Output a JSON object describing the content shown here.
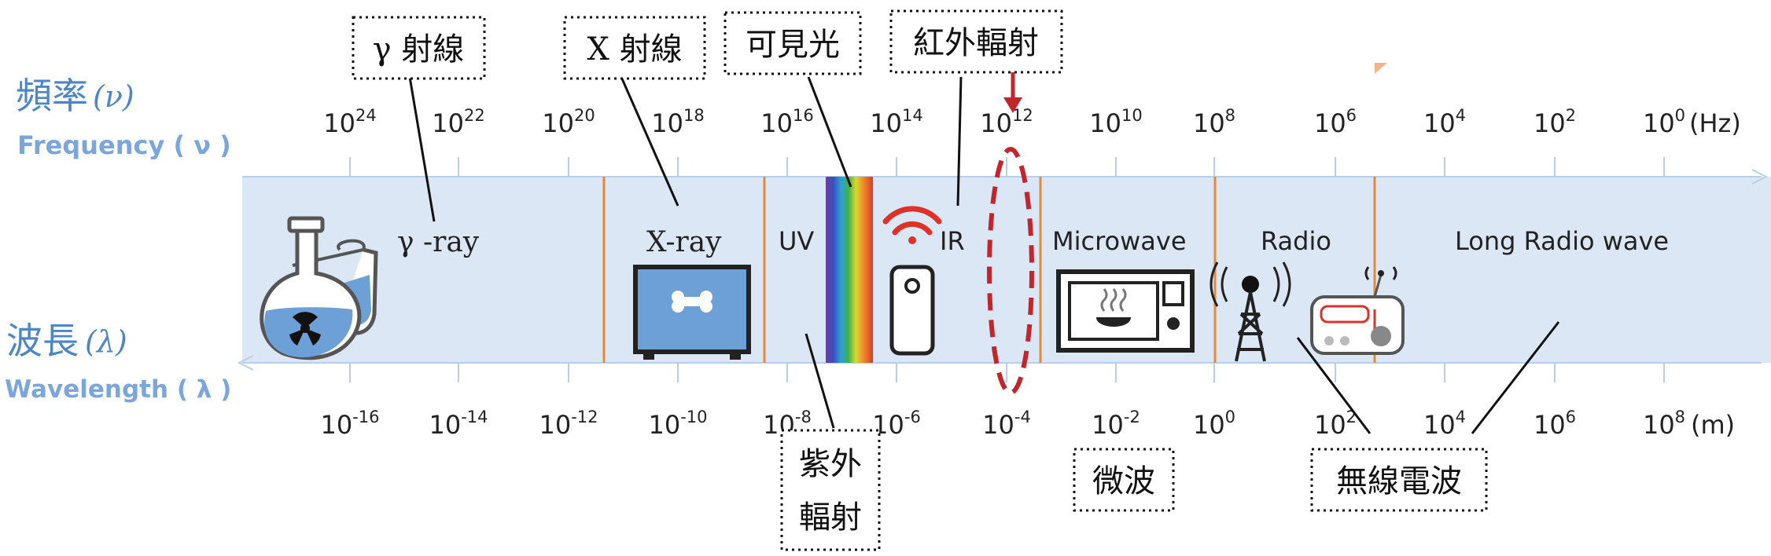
{
  "axis_labels": {
    "freq_cn": "頻率",
    "freq_sym": "(ν)",
    "freq_en": "Frequency ( ν )",
    "wave_cn": "波長",
    "wave_sym": "(λ)",
    "wave_en": "Wavelength ( λ )"
  },
  "frequency_ticks": [
    {
      "base": "10",
      "exp": "24"
    },
    {
      "base": "10",
      "exp": "22"
    },
    {
      "base": "10",
      "exp": "20"
    },
    {
      "base": "10",
      "exp": "18"
    },
    {
      "base": "10",
      "exp": "16"
    },
    {
      "base": "10",
      "exp": "14"
    },
    {
      "base": "10",
      "exp": "12"
    },
    {
      "base": "10",
      "exp": "10"
    },
    {
      "base": "10",
      "exp": "8"
    },
    {
      "base": "10",
      "exp": "6"
    },
    {
      "base": "10",
      "exp": "4"
    },
    {
      "base": "10",
      "exp": "2"
    },
    {
      "base": "10",
      "exp": "0"
    }
  ],
  "frequency_unit": "(Hz)",
  "wavelength_ticks": [
    {
      "base": "10",
      "exp": "-16"
    },
    {
      "base": "10",
      "exp": "-14"
    },
    {
      "base": "10",
      "exp": "-12"
    },
    {
      "base": "10",
      "exp": "-10"
    },
    {
      "base": "10",
      "exp": "-8"
    },
    {
      "base": "10",
      "exp": "-6"
    },
    {
      "base": "10",
      "exp": "-4"
    },
    {
      "base": "10",
      "exp": "-2"
    },
    {
      "base": "10",
      "exp": "0"
    },
    {
      "base": "10",
      "exp": "2"
    },
    {
      "base": "10",
      "exp": "4"
    },
    {
      "base": "10",
      "exp": "6"
    },
    {
      "base": "10",
      "exp": "8"
    }
  ],
  "wavelength_unit": "(m)",
  "band_labels": {
    "gamma": "γ -ray",
    "xray": "X-ray",
    "uv": "UV",
    "ir": "IR",
    "microwave": "Microwave",
    "radio": "Radio",
    "long_radio": "Long Radio wave"
  },
  "callouts": {
    "gamma": "γ 射線",
    "xray": "X 射線",
    "visible": "可見光",
    "infrared": "紅外輻射",
    "uv_line1": "紫外",
    "uv_line2": "輻射",
    "microwave": "微波",
    "radio": "無線電波"
  },
  "colors": {
    "band": "#dbe7f4",
    "axis_label": "#4a86c8",
    "divider": "#e08a3c",
    "marker": "#c0262c"
  },
  "icons": [
    "radioactive-flask-icon",
    "xray-monitor-icon",
    "rainbow-spectrum",
    "wifi-icon",
    "remote-control-icon",
    "microwave-oven-icon",
    "radio-tower-icon",
    "radio-receiver-icon"
  ]
}
